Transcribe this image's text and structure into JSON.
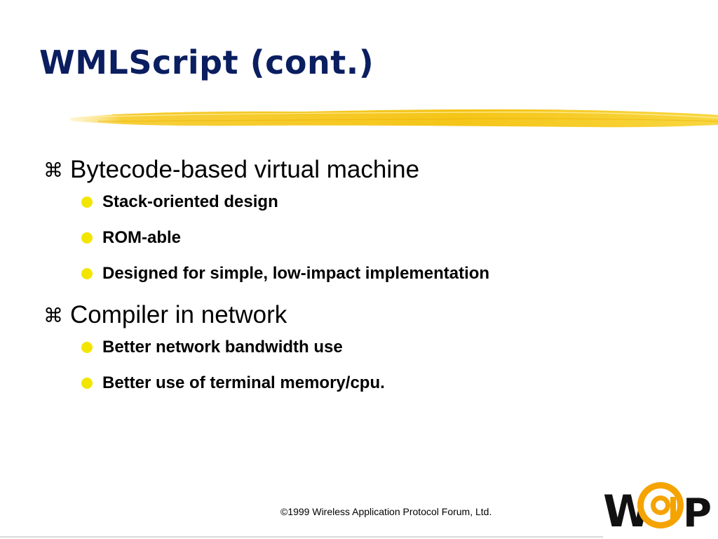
{
  "slide": {
    "title": "WMLScript (cont.)",
    "bullets": [
      {
        "marker": "⌘",
        "text": "Bytecode-based virtual machine",
        "subitems": [
          "Stack-oriented design",
          "ROM-able",
          "Designed for simple, low-impact implementation"
        ]
      },
      {
        "marker": "⌘",
        "text": "Compiler in network",
        "subitems": [
          "Better network bandwidth use",
          "Better use of terminal memory/cpu."
        ]
      }
    ],
    "footer": "©1999 Wireless Application Protocol Forum, Ltd.",
    "logo_text": "WAP"
  },
  "colors": {
    "title": "#0a1e60",
    "accent_yellow": "#f2e600",
    "brush_yellow": "#f5c518",
    "logo_orange": "#f5a300"
  }
}
